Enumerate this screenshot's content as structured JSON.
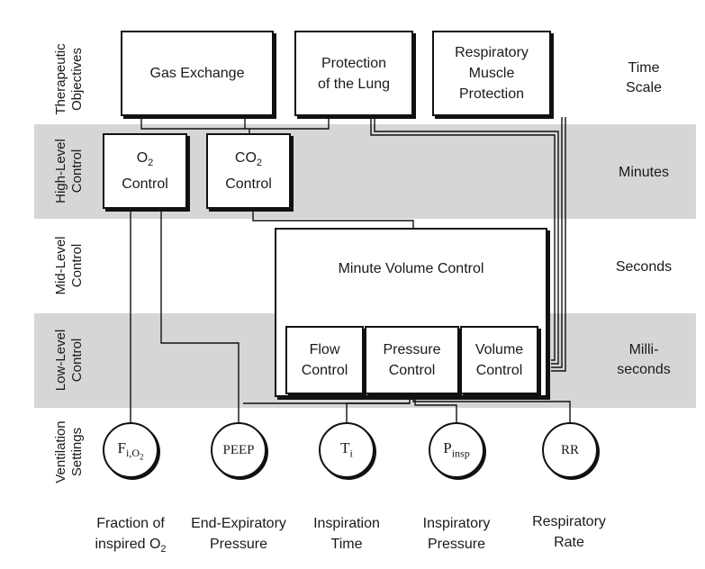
{
  "row_labels": {
    "therapeutic": "Therapeutic Objectives",
    "high": "High-Level Control",
    "mid": "Mid-Level Control",
    "low": "Low-Level Control",
    "settings": "Ventilation Settings"
  },
  "time_scale": {
    "header_line1": "Time",
    "header_line2": "Scale",
    "minutes": "Minutes",
    "seconds": "Seconds",
    "milli_line1": "Milli-",
    "milli_line2": "seconds"
  },
  "objectives": {
    "gas_exchange": "Gas Exchange",
    "lung_line1": "Protection",
    "lung_line2": "of the Lung",
    "muscle_line1": "Respiratory",
    "muscle_line2": "Muscle",
    "muscle_line3": "Protection"
  },
  "high_level": {
    "o2_base": "O",
    "o2_sub": "2",
    "o2_line2": "Control",
    "co2_base": "CO",
    "co2_sub": "2",
    "co2_line2": "Control"
  },
  "mid_level": {
    "minute_volume": "Minute Volume Control"
  },
  "low_level": {
    "flow_line1": "Flow",
    "flow_line2": "Control",
    "pressure_line1": "Pressure",
    "pressure_line2": "Control",
    "volume_line1": "Volume",
    "volume_line2": "Control"
  },
  "settings": {
    "fio2_base": "F",
    "fio2_sub": "i,O",
    "fio2_subsub": "2",
    "peep": "PEEP",
    "ti_base": "T",
    "ti_sub": "i",
    "pinsp_base": "P",
    "pinsp_sub": "insp",
    "rr": "RR"
  },
  "captions": {
    "fio2_line1": "Fraction of",
    "fio2_line2_base": "inspired O",
    "fio2_line2_sub": "2",
    "peep_line1": "End-Expiratory",
    "peep_line2": "Pressure",
    "ti_line1": "Inspiration",
    "ti_line2": "Time",
    "pinsp_line1": "Inspiratory",
    "pinsp_line2": "Pressure",
    "rr_line1": "Respiratory",
    "rr_line2": "Rate"
  }
}
